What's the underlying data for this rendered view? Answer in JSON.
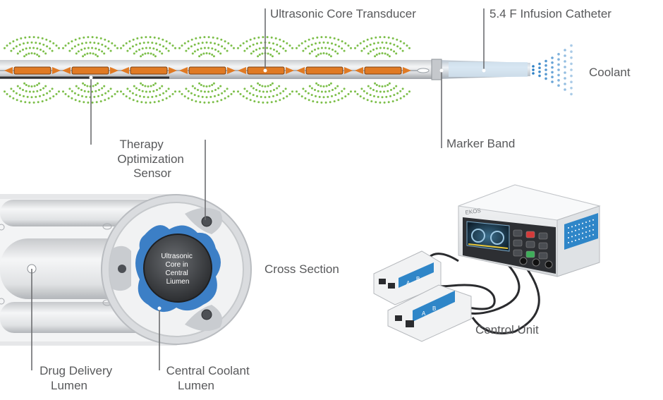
{
  "labels": {
    "transducer": "Ultrasonic Core Transducer",
    "catheter": "5.4 F Infusion Catheter",
    "coolant": "Coolant",
    "marker_band": "Marker Band",
    "sensor": [
      "Therapy",
      "Optimization",
      "Sensor"
    ],
    "cross_section": "Cross Section",
    "core_label": [
      "Ultrasonic",
      "Core in",
      "Central",
      "Liumen"
    ],
    "drug_delivery": [
      "Drug Delivery",
      "Lumen"
    ],
    "central_coolant": [
      "Central Coolant",
      "Lumen"
    ],
    "control_unit": "Control Unit"
  },
  "device": {
    "brand": "EKOS",
    "panel_a": "A",
    "panel_b": "B"
  },
  "colors": {
    "wave_green": "#7dbf4a",
    "coolant_blue": "#2a7ec4",
    "transducer_orange": "#e07a24",
    "lumen_blue": "#3c7fc6",
    "label_gray": "#58595b"
  },
  "icons": {
    "wave": "ultrasound-wave-icon",
    "spray": "coolant-spray-icon"
  }
}
